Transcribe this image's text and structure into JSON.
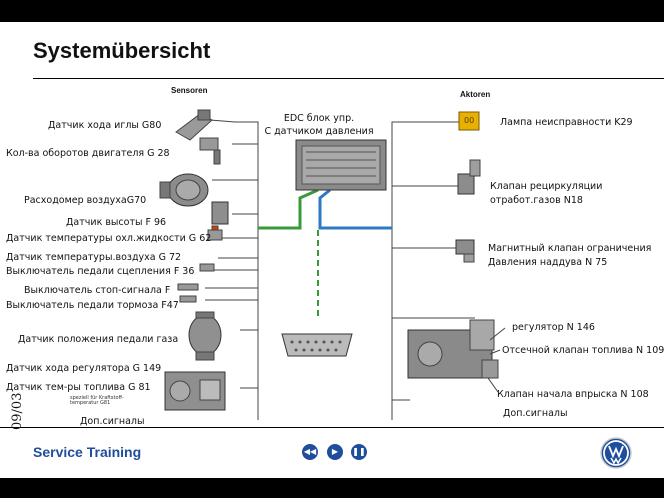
{
  "slide": {
    "title": "Systemübersicht",
    "footer": "Service Training",
    "date": "09/03",
    "edc_label": [
      "EDC блок упр.",
      "С датчиком давления"
    ],
    "sensors_header": "Sensoren",
    "actuators_header": "Aktoren",
    "lamp_indicator": "00",
    "small_caption": [
      "speziell für Kraftstoff-",
      "temperatur G81"
    ]
  },
  "sensors": [
    "Датчик хода иглы G80",
    "Кол-ва оборотов двигателя G 28",
    "Расходомер воздухаG70",
    "Датчик высоты F 96",
    "Датчик температуры охл.жидкости G 62",
    "Датчик температуры.воздуха G 72",
    "Выключатель педали сцепления F 36",
    "Выключатель стоп-сигнала F",
    "Выключатель педали тормоза F47",
    "Датчик положения педали газа",
    "Датчик хода регулятора G 149",
    "Датчик тем-ры топлива G 81",
    "Доп.сигналы"
  ],
  "actuators": [
    "Лампа неисправности K29",
    "Клапан рециркуляции",
    "отработ.газов N18",
    "Магнитный клапан ограничения",
    "Давления наддува N 75",
    "регулятор N 146",
    "Отсечной клапан топлива N 109",
    "Клапан начала впрыска N 108",
    "Доп.сигналы"
  ],
  "nav": {
    "back": "◀◀",
    "forward": "▶",
    "pause": "❚❚"
  },
  "colors": {
    "footer": "#1f4e9c",
    "sensor_bus": "#3a9a3a",
    "actuator_bus": "#2f78c4",
    "lamp": "#e8b000"
  }
}
